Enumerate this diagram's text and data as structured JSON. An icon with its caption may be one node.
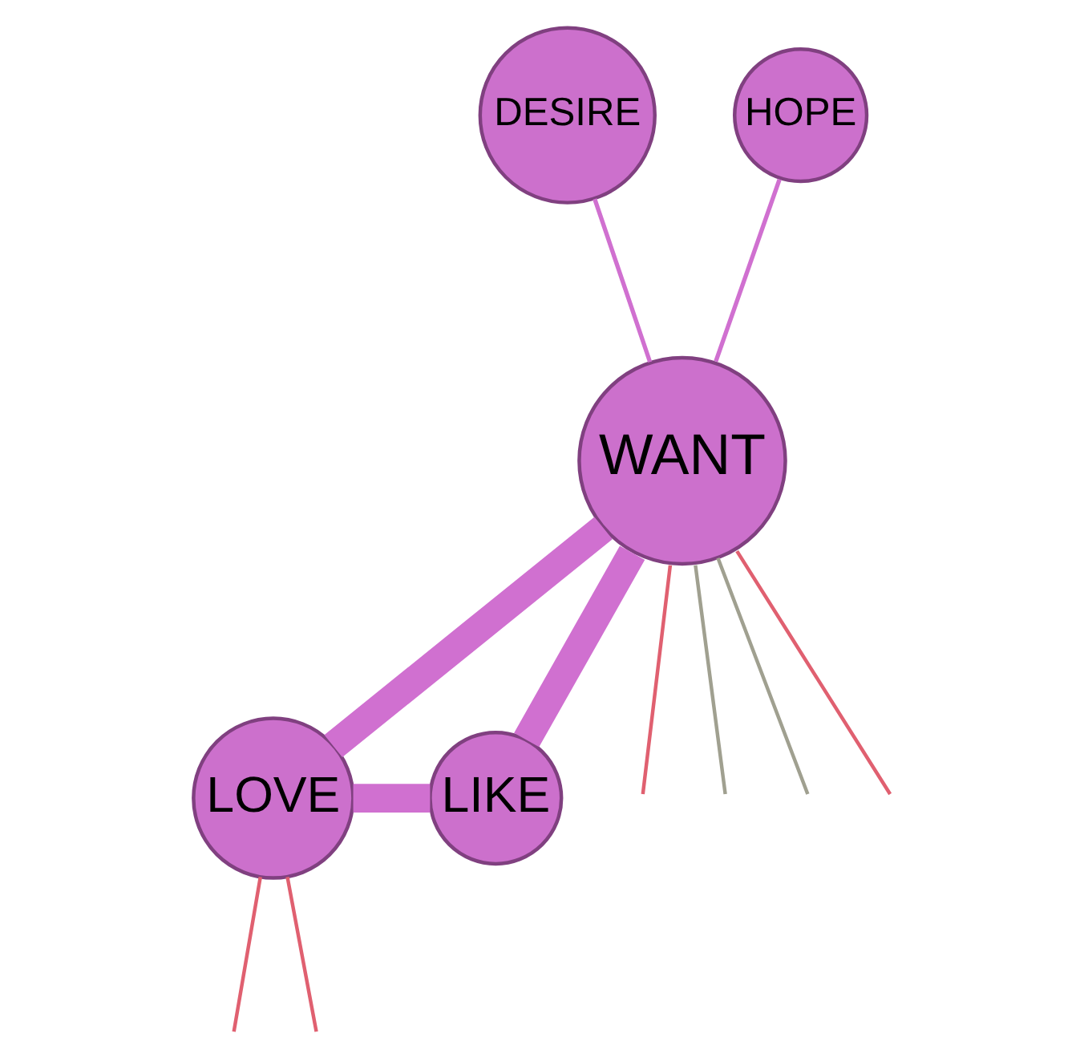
{
  "diagram": {
    "nodes": [
      {
        "text": [
          "DESIRE"
        ]
      },
      {
        "text": [
          "HOPE"
        ]
      },
      {
        "text": [
          "WANT"
        ]
      },
      {
        "text": [
          "LOVE"
        ]
      },
      {
        "text": [
          "LIKE"
        ]
      }
    ],
    "edges": [
      {
        "from": 0,
        "to": 2,
        "arrow": "none"
      },
      {
        "from": 1,
        "to": 2,
        "arrow": "none"
      },
      {
        "from": 2,
        "to": 3,
        "arrow": "none",
        "style": "thick"
      },
      {
        "from": 2,
        "to": 4,
        "arrow": "none",
        "style": "thick"
      },
      {
        "from": 3,
        "to": 4,
        "arrow": "none",
        "style": "thick"
      },
      {
        "from": 2,
        "to": null,
        "arrow": "none",
        "color": "#e06070"
      },
      {
        "from": 2,
        "to": null,
        "arrow": "none",
        "color": "#a0a090"
      },
      {
        "from": 2,
        "to": null,
        "arrow": "none",
        "color": "#a0a090"
      },
      {
        "from": 2,
        "to": null,
        "arrow": "none",
        "color": "#e06070"
      },
      {
        "from": 3,
        "to": null,
        "arrow": "none",
        "color": "#e06070"
      },
      {
        "from": 3,
        "to": null,
        "arrow": "none",
        "color": "#e06070"
      }
    ]
  }
}
